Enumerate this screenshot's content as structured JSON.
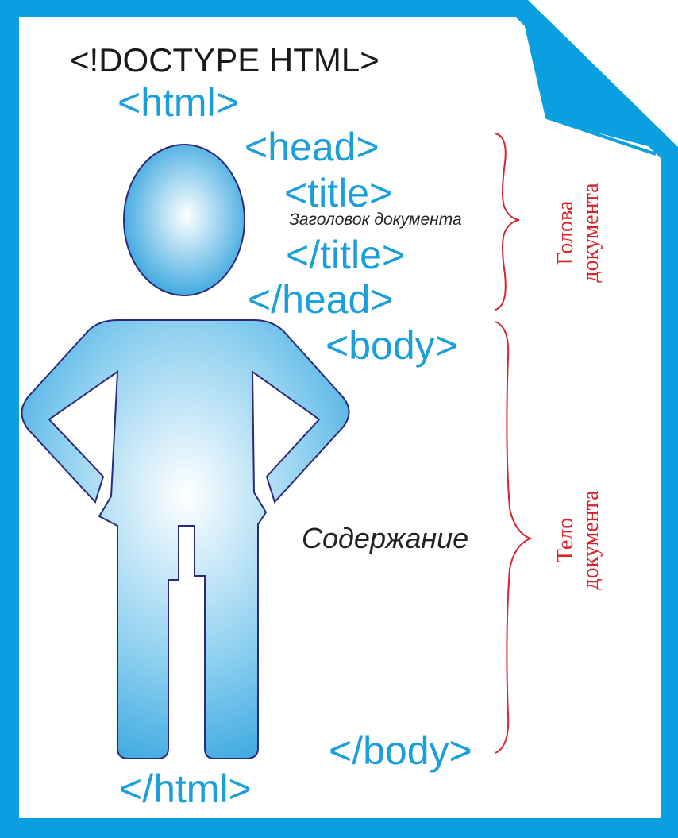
{
  "doctype": "<!DOCTYPE  HTML>",
  "tags": {
    "html_open": "<html>",
    "head_open": "<head>",
    "title_open": "<title>",
    "title_close": "</title>",
    "head_close": "</head>",
    "body_open": "<body>",
    "body_close": "</body>",
    "html_close": "</html>"
  },
  "title_content": "Заголовок документа",
  "body_content": "Содержание",
  "labels": {
    "head_line1": "Голова",
    "head_line2": "документа",
    "body_line1": "Тело",
    "body_line2": "документа"
  },
  "colors": {
    "frame": "#0aa0e0",
    "tag_text": "#1a9fdc",
    "brace": "#d8232a",
    "figure_outline": "#2a2a7a",
    "figure_light": "#e8f6fd",
    "figure_dark": "#2aa0dc"
  },
  "icons": {
    "figure": "person-silhouette",
    "frame": "document-page-folded-corner"
  }
}
